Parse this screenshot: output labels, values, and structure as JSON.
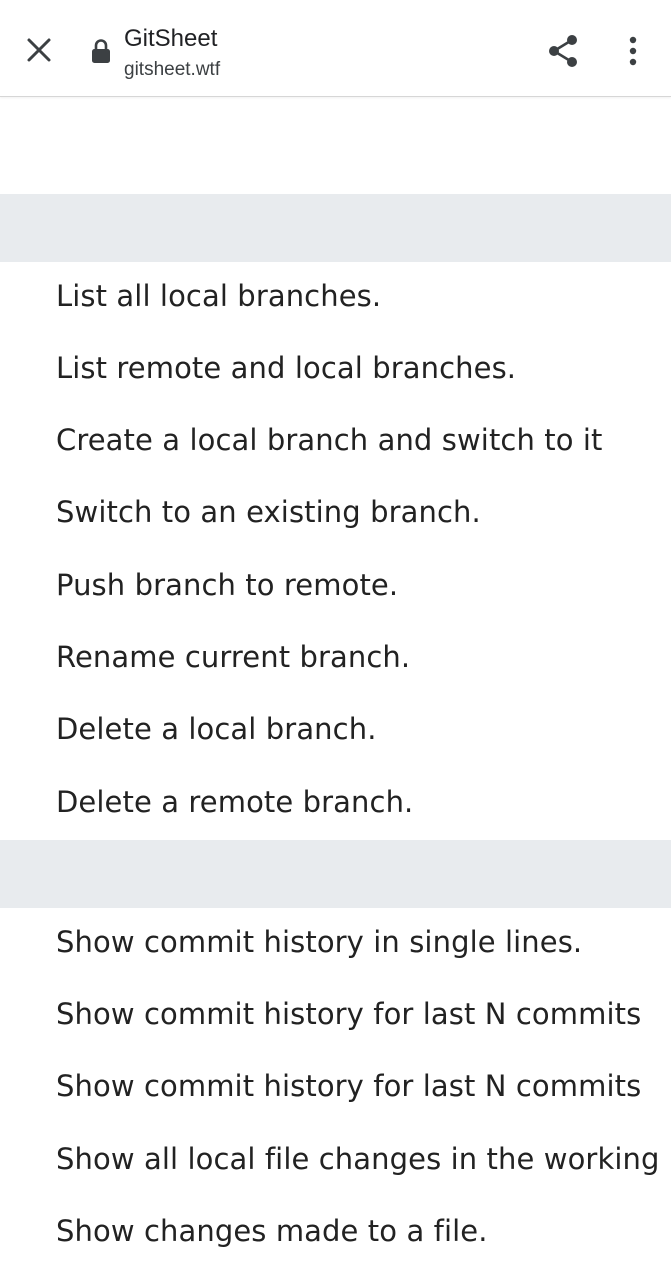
{
  "toolbar": {
    "title": "GitSheet",
    "url": "gitsheet.wtf",
    "icons": [
      "close-icon",
      "lock-icon",
      "share-icon",
      "more-vert-icon"
    ]
  },
  "sections": [
    {
      "items": [
        "List all local branches.",
        "List remote and local branches.",
        "Create a local branch and switch to it",
        "Switch to an existing branch.",
        "Push branch to remote.",
        "Rename current branch.",
        "Delete a local branch.",
        "Delete a remote branch."
      ]
    },
    {
      "items": [
        "Show commit history in single lines.",
        "Show commit history for last N commits",
        "Show commit history for last N commits",
        "Show all local file changes in the working",
        "Show changes made to a file."
      ]
    }
  ],
  "colors": {
    "band": "#e8ebee",
    "text": "#222222",
    "toolbar_bg": "#ffffff"
  }
}
